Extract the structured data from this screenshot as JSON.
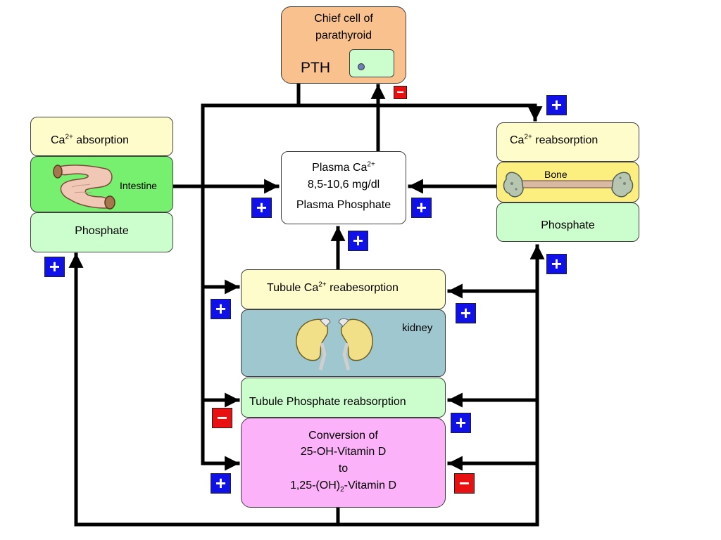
{
  "pth_cell": {
    "title_line1": "Chief cell of",
    "title_line2": "parathyroid",
    "label": "PTH"
  },
  "intestine": {
    "top_label": "Ca",
    "top_sup": "2+",
    "top_rest": " absorption",
    "organ_label": "Intestine",
    "bottom_label": "Phosphate"
  },
  "bone": {
    "top_label": "Ca",
    "top_sup": "2+",
    "top_rest": " reabsorption",
    "organ_label": "Bone",
    "bottom_label": "Phosphate"
  },
  "plasma": {
    "line1": "Plasma Ca",
    "line1_sup": "2+",
    "line2": "8,5-10,6 mg/dl",
    "line3": "Plasma Phosphate"
  },
  "kidney": {
    "tubule_ca_pre": "Tubule Ca",
    "tubule_ca_sup": "2+",
    "tubule_ca_post": " reabesorption",
    "organ_label": "kidney",
    "tubule_phosphate": "Tubule Phosphate reabsorption",
    "conversion_line1": "Conversion of",
    "conversion_line2": "25-OH-Vitamin D",
    "conversion_line3": "to",
    "conversion_line4_pre": "1,25-(OH)",
    "conversion_line4_sub": "2",
    "conversion_line4_post": "-Vitamin D"
  },
  "signs": {
    "plus": "+",
    "minus": "−"
  },
  "colors": {
    "pth_box": "#f9c18e",
    "pale_yellow": "#fffccc",
    "intestine_green": "#77ef6f",
    "pale_green": "#ccfdcc",
    "bone_yellow": "#fcef7f",
    "kidney_blue": "#9ec7d0",
    "conversion_pink": "#fcb2f9",
    "plus_blue": "#1010e8",
    "minus_red": "#e81010"
  }
}
